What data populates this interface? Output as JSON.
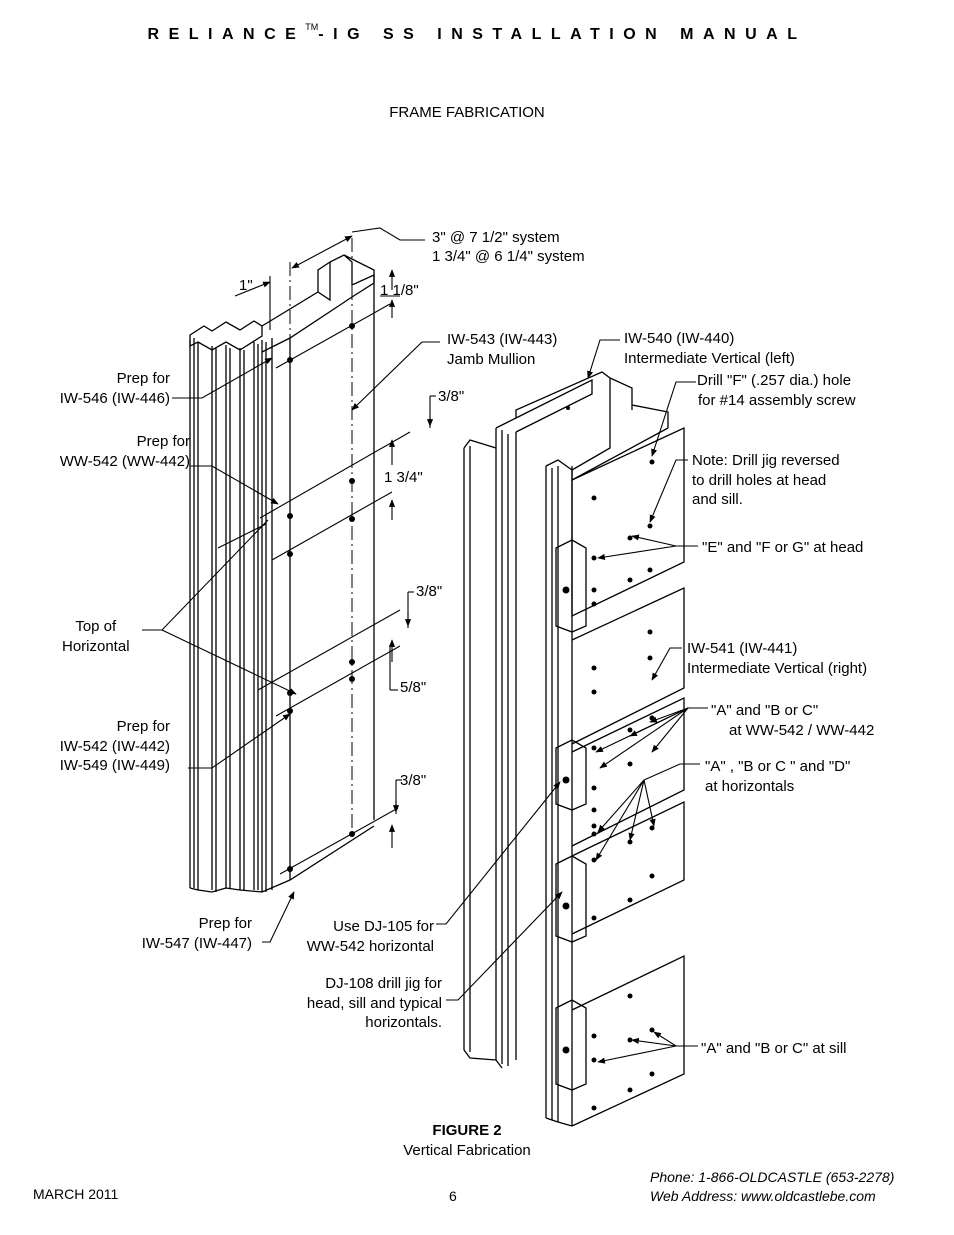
{
  "header": {
    "title_pre": "RELIANCE",
    "trademark": "TM",
    "title_post": "-IG SS INSTALLATION MANUAL"
  },
  "section_title": "FRAME FABRICATION",
  "dimensions": {
    "system_line1": "3\" @ 7 1/2\" system",
    "system_line2": "1 3/4\" @ 6 1/4\" system",
    "one_inch": "1\"",
    "one_eighth": "1 1/8\"",
    "three_eighth_a": "3/8\"",
    "one_three_quarter": "1 3/4\"",
    "three_eighth_b": "3/8\"",
    "five_eighth": "5/8\"",
    "three_eighth_c": "3/8\""
  },
  "left_labels": {
    "prep_iw546_l1": "Prep for",
    "prep_iw546_l2": "IW-546 (IW-446)",
    "prep_ww542_l1": "Prep for",
    "prep_ww542_l2": "WW-542 (WW-442)",
    "top_horizontal_l1": "Top of",
    "top_horizontal_l2": "Horizontal",
    "prep_iw542_l1": "Prep for",
    "prep_iw542_l2": "IW-542 (IW-442)",
    "prep_iw542_l3": "IW-549 (IW-449)",
    "prep_iw547_l1": "Prep for",
    "prep_iw547_l2": "IW-547 (IW-447)"
  },
  "center_labels": {
    "jamb_l1": "IW-543 (IW-443)",
    "jamb_l2": "Jamb Mullion",
    "dj105_l1": "Use DJ-105 for",
    "dj105_l2": "WW-542 horizontal",
    "dj108_l1": "DJ-108 drill jig for",
    "dj108_l2": "head, sill and typical",
    "dj108_l3": "horizontals."
  },
  "right_labels": {
    "iw540_l1": "IW-540 (IW-440)",
    "iw540_l2": "Intermediate Vertical (left)",
    "drill_l1": "Drill \"F\" (.257 dia.) hole",
    "drill_l2": "for #14 assembly screw",
    "note_l1": "Note: Drill jig reversed",
    "note_l2": "to drill holes at head",
    "note_l3": "and sill.",
    "head": "\"E\" and \"F or G\" at head",
    "iw541_l1": "IW-541 (IW-441)",
    "iw541_l2": "Intermediate Vertical (right)",
    "ww542_l1": "\"A\" and \"B or C\"",
    "ww542_l2": "at WW-542 / WW-442",
    "horiz_l1": "\"A\" , \"B or C \" and \"D\"",
    "horiz_l2": "at horizontals",
    "sill": "\"A\" and \"B or C\" at sill"
  },
  "figure": {
    "title": "FIGURE 2",
    "subtitle": "Vertical Fabrication"
  },
  "footer": {
    "date": "MARCH 2011",
    "page": "6",
    "phone": "Phone: 1-866-OLDCASTLE (653-2278)",
    "web": "Web Address: www.oldcastlebe.com"
  }
}
